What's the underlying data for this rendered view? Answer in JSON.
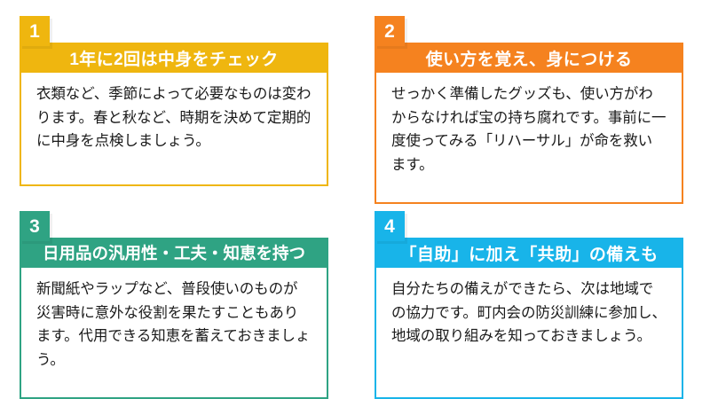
{
  "page": {
    "background": "#ffffff",
    "layout": "2x2-card-grid"
  },
  "cards": [
    {
      "number": "1",
      "color": "#EFB60F",
      "title": "1年に2回は中身をチェック",
      "body": "衣類など、季節によって必要なものは変わります。春と秋など、時期を決めて定期的に中身を点検しましょう。"
    },
    {
      "number": "2",
      "color": "#F5821F",
      "title": "使い方を覚え、身につける",
      "body": "せっかく準備したグッズも、使い方がわからなければ宝の持ち腐れです。事前に一度使ってみる「リハーサル」が命を救います。"
    },
    {
      "number": "3",
      "color": "#2FA383",
      "title": "日用品の汎用性・工夫・知恵を持つ",
      "body": "新聞紙やラップなど、普段使いのものが災害時に意外な役割を果たすこともあります。代用できる知恵を蓄えておきましょう。"
    },
    {
      "number": "4",
      "color": "#18B4E9",
      "title": "「自助」に加え「共助」の備えも",
      "body": "自分たちの備えができたら、次は地域での協力です。町内会の防災訓練に参加し、地域の取り組みを知っておきましょう。"
    }
  ]
}
